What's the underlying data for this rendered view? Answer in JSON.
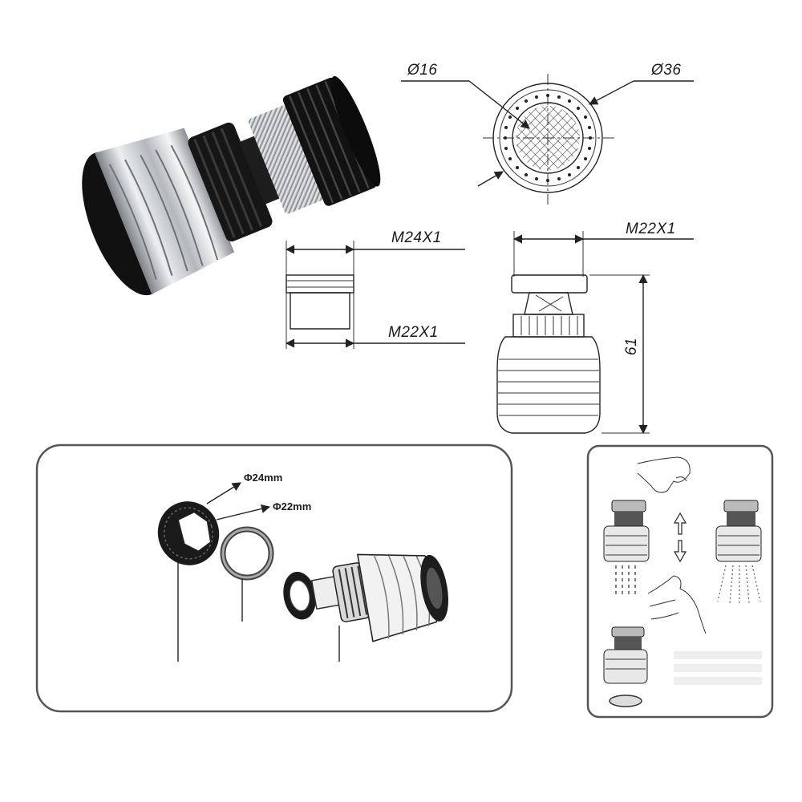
{
  "labels": {
    "inner_diameter": "Ø16",
    "outer_diameter": "Ø36",
    "adapter_outer_thread": "M24X1",
    "adapter_inner_thread": "M22X1",
    "head_thread": "M22X1",
    "height": "61",
    "assembly_outer": "Φ24mm",
    "assembly_inner": "Φ22mm"
  },
  "colors": {
    "line": "#222222",
    "chrome": "#c9ccd0",
    "rubber": "#141414"
  },
  "icons": {
    "arrow_up": "up-arrow-icon",
    "arrow_down": "down-arrow-icon",
    "hand": "hand-icon"
  }
}
